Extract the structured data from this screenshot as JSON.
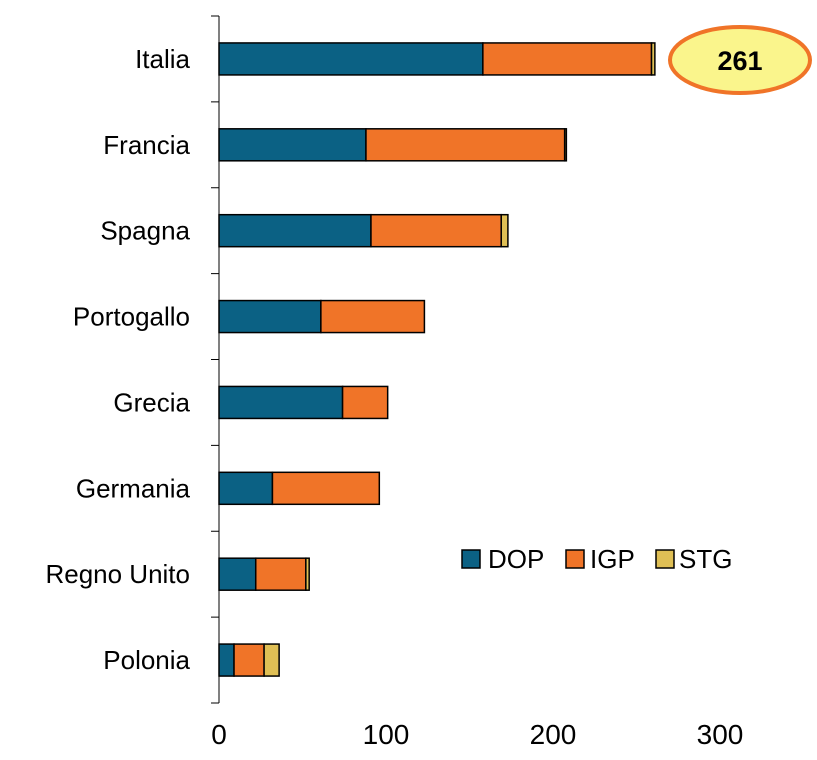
{
  "chart_data": {
    "type": "bar",
    "orientation": "horizontal",
    "stacked": true,
    "categories": [
      "Italia",
      "Francia",
      "Spagna",
      "Portogallo",
      "Grecia",
      "Germania",
      "Regno Unito",
      "Polonia"
    ],
    "series": [
      {
        "name": "DOP",
        "color": "#0B6184",
        "values": [
          158,
          88,
          91,
          61,
          74,
          32,
          22,
          9
        ]
      },
      {
        "name": "IGP",
        "color": "#F07428",
        "values": [
          101,
          119,
          78,
          62,
          27,
          64,
          30,
          18
        ]
      },
      {
        "name": "STG",
        "color": "#DFBF55",
        "values": [
          2,
          1,
          4,
          0,
          0,
          0,
          2,
          9
        ]
      }
    ],
    "xlim": [
      0,
      300
    ],
    "xticks": [
      "0",
      "100",
      "200",
      "300"
    ],
    "legend_position": "right-middle",
    "grid": false,
    "callout": {
      "text": "261",
      "category": "Italia",
      "fill": "#FAF58C",
      "stroke": "#F07428"
    }
  }
}
